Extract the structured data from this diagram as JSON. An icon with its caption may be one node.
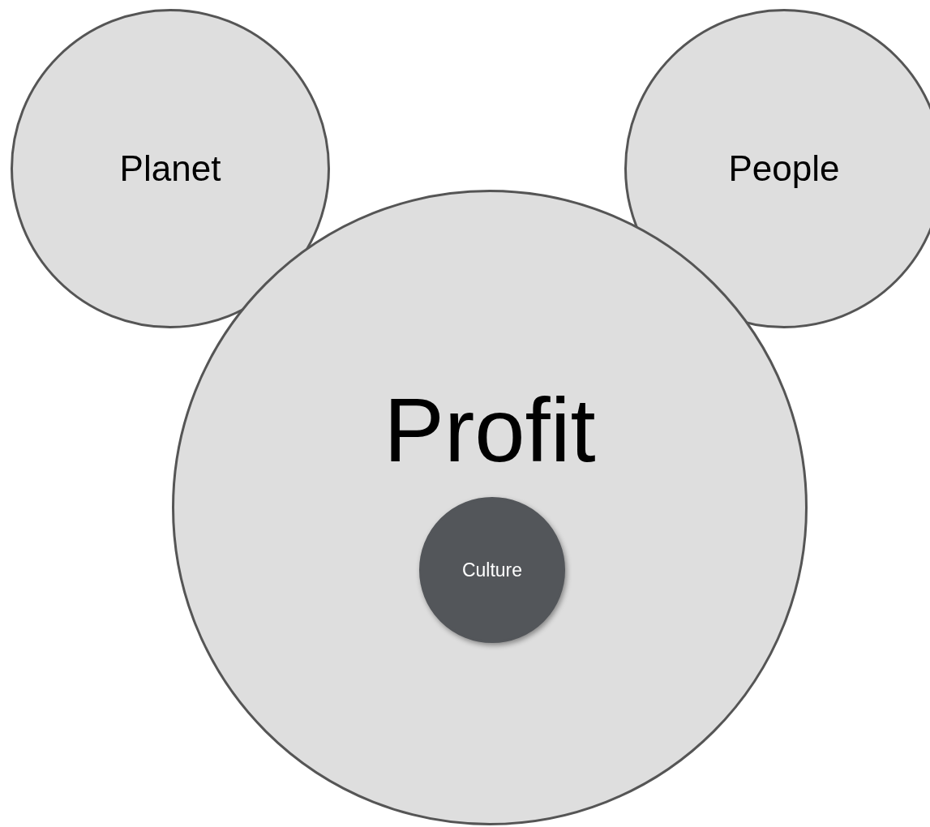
{
  "diagram": {
    "nodes": [
      {
        "text": [
          "Planet"
        ]
      },
      {
        "text": [
          "People"
        ]
      },
      {
        "text": [
          "Profit"
        ]
      },
      {
        "text": [
          "Culture"
        ],
        "in": 2
      }
    ]
  }
}
